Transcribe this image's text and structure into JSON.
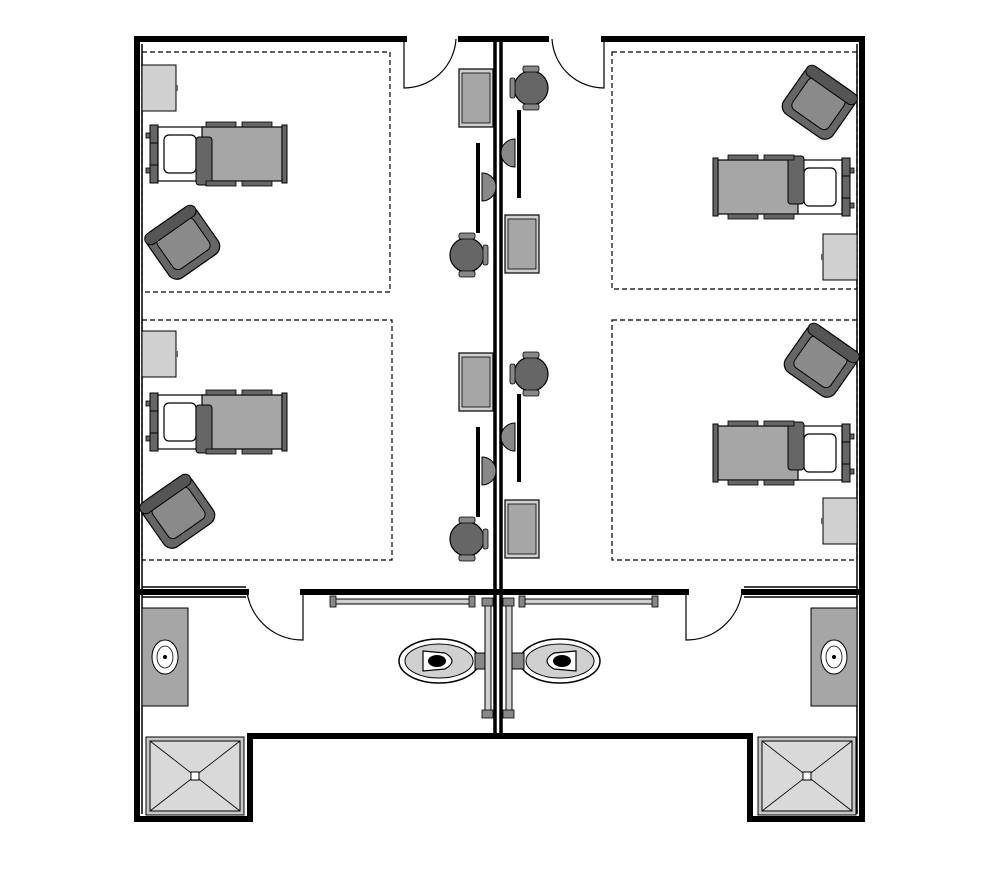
{
  "plan": {
    "kind": "floor-plan",
    "rooms": [
      {
        "name": "patient-room-left",
        "beds": 2,
        "chairs": 2,
        "nightstands": 2,
        "desks": 2,
        "desk_chairs": 2
      },
      {
        "name": "patient-room-right",
        "beds": 2,
        "chairs": 2,
        "nightstands": 2,
        "desks": 2,
        "desk_chairs": 2
      },
      {
        "name": "bathroom-left",
        "toilets": 1,
        "sinks": 1,
        "showers": 1
      },
      {
        "name": "bathroom-right",
        "toilets": 1,
        "sinks": 1,
        "showers": 1
      }
    ],
    "colors": {
      "wall": "#000000",
      "furniture_fill": "#a6a6a6",
      "furniture_dark": "#666666",
      "furniture_light": "#d0d0d0",
      "background": "#ffffff"
    },
    "icons": [
      "hospital-bed-icon",
      "armchair-icon",
      "nightstand-icon",
      "desk-chair-icon",
      "toilet-icon",
      "sink-icon",
      "shower-icon",
      "door-swing-icon"
    ]
  }
}
